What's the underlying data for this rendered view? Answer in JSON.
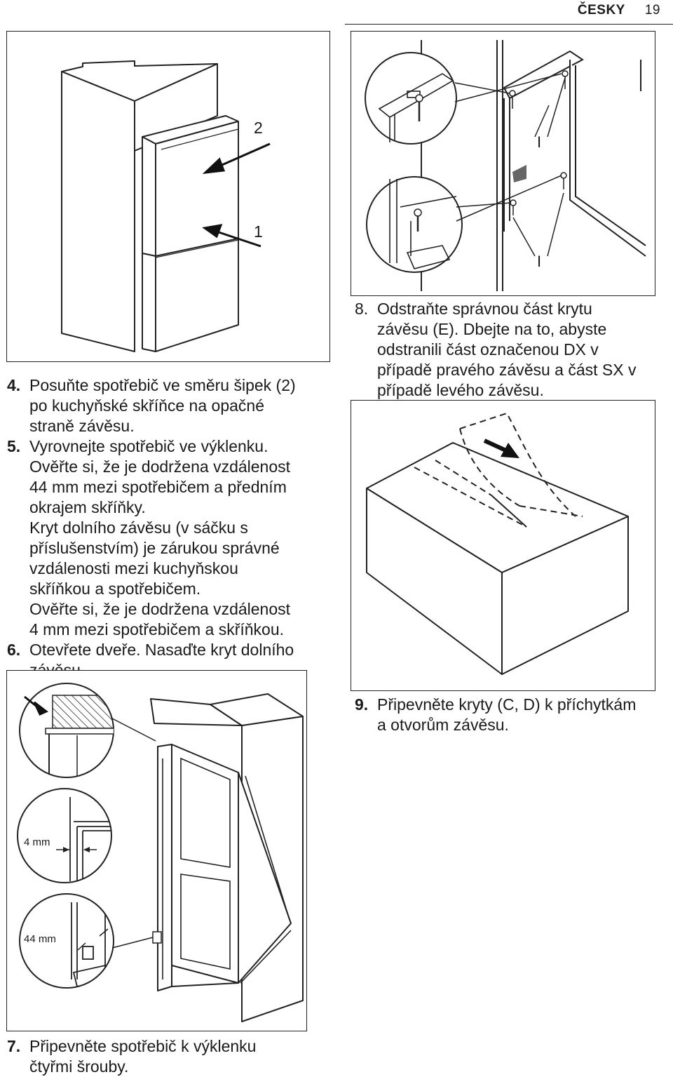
{
  "header": {
    "language": "ČESKY",
    "page_number": "19"
  },
  "figures": {
    "fig1": {
      "labels": [
        "2",
        "1"
      ]
    },
    "fig2": {
      "labels": [
        "4 mm",
        "44 mm"
      ]
    },
    "fig3": {
      "labels": [
        "I",
        "I"
      ]
    }
  },
  "steps": {
    "s4": {
      "num": "4.",
      "lines": [
        "Posuňte spotřebič ve směru šipek (2)",
        "po kuchyňské skříňce na opačné",
        "straně závěsu."
      ]
    },
    "s5": {
      "num": "5.",
      "lines": [
        "Vyrovnejte spotřebič ve výklenku.",
        "Ověřte si, že je dodržena vzdálenost",
        "44 mm mezi spotřebičem a předním",
        "okrajem skříňky.",
        "Kryt dolního závěsu (v sáčku s",
        "příslušenstvím) je zárukou správné",
        "vzdálenosti mezi kuchyňskou",
        "skříňkou a spotřebičem.",
        "Ověřte si, že je dodržena vzdálenost",
        "4 mm mezi spotřebičem a skříňkou."
      ]
    },
    "s6": {
      "num": "6.",
      "lines": [
        "Otevřete dveře. Nasaďte kryt dolního",
        "závěsu."
      ]
    },
    "s7": {
      "num": "7.",
      "lines": [
        "Připevněte spotřebič k výklenku",
        "čtyřmi šrouby."
      ]
    },
    "s8": {
      "num": "8.",
      "lines": [
        "Odstraňte správnou část krytu",
        "závěsu (E). Dbejte na to, abyste",
        "odstranili část označenou DX v",
        "případě pravého závěsu a část SX v",
        "případě levého závěsu."
      ]
    },
    "s9": {
      "num": "9.",
      "lines": [
        "Připevněte kryty (C, D) k příchytkám",
        "a otvorům závěsu."
      ]
    }
  }
}
